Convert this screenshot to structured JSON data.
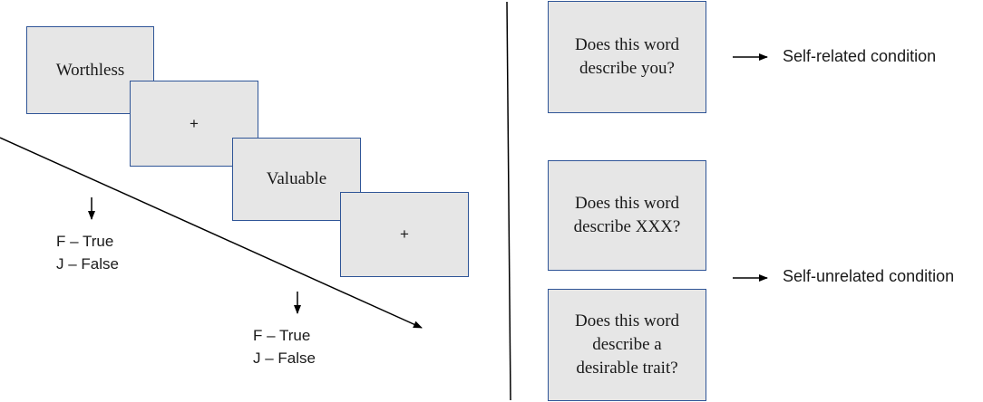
{
  "sequence": {
    "word_1": "Worthless",
    "fixation_1": "+",
    "word_2": "Valuable",
    "fixation_2": "+"
  },
  "response_keys": {
    "true_label": "F – True",
    "false_label": "J – False"
  },
  "questions": {
    "self": "Does this word describe you?",
    "other": "Does this word describe XXX?",
    "semantic": "Does this word describe a desirable trait?"
  },
  "conditions": {
    "self_related": "Self-related condition",
    "self_unrelated": "Self-unrelated condition"
  },
  "colors": {
    "card_fill": "#e6e6e6",
    "card_border": "#2f5597",
    "line": "#000000"
  }
}
